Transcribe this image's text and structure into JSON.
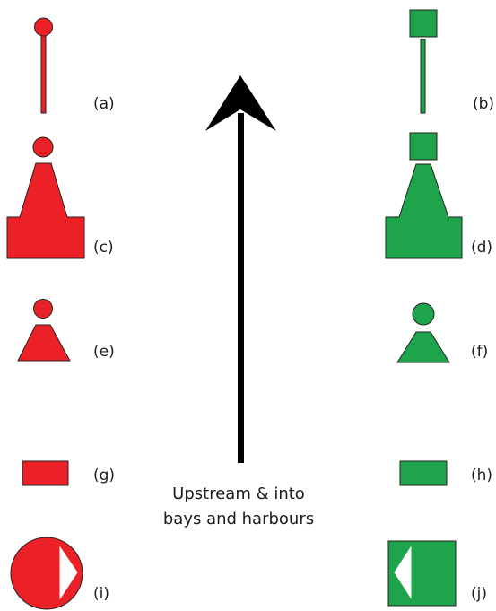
{
  "colors": {
    "red": "#ec2027",
    "green": "#1ea54b",
    "stroke": "#222222",
    "arrow": "#000000",
    "white": "#ffffff"
  },
  "markers": {
    "a": {
      "label": "(a)",
      "color": "red",
      "shape": "ball-topped-pole"
    },
    "b": {
      "label": "(b)",
      "color": "green",
      "shape": "square-topped-pole"
    },
    "c": {
      "label": "(c)",
      "color": "red",
      "shape": "conical-buoy-with-ball-topmark"
    },
    "d": {
      "label": "(d)",
      "color": "green",
      "shape": "conical-buoy-with-square-topmark"
    },
    "e": {
      "label": "(e)",
      "color": "red",
      "shape": "small-cone-with-ball"
    },
    "f": {
      "label": "(f)",
      "color": "green",
      "shape": "small-cone-with-ball"
    },
    "g": {
      "label": "(g)",
      "color": "red",
      "shape": "rectangle"
    },
    "h": {
      "label": "(h)",
      "color": "green",
      "shape": "rectangle"
    },
    "i": {
      "label": "(i)",
      "color": "red",
      "shape": "circle-with-right-pointing-triangle"
    },
    "j": {
      "label": "(j)",
      "color": "green",
      "shape": "square-with-left-pointing-triangle"
    }
  },
  "arrow": {
    "direction": "up",
    "text_line1": "Upstream & into",
    "text_line2": "bays and harbours"
  }
}
